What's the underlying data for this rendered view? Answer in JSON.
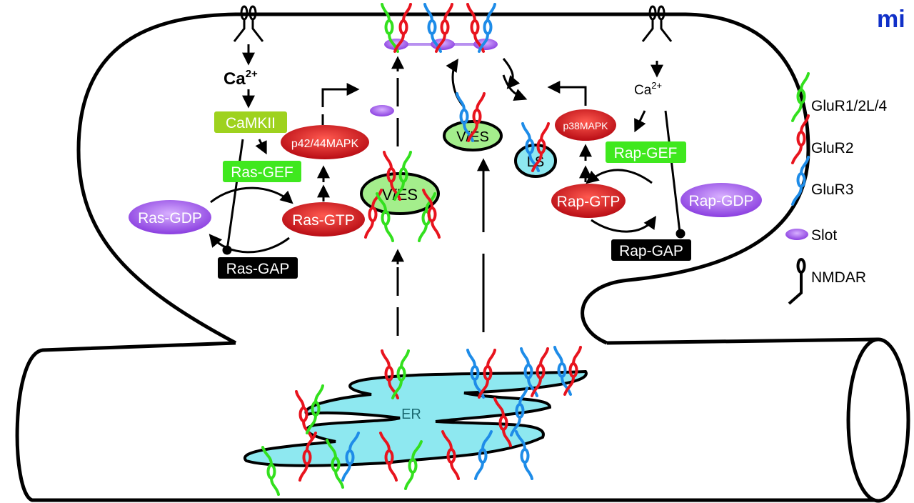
{
  "logo": "mi",
  "calcium_left": {
    "base": "Ca",
    "sup": "2+"
  },
  "calcium_right": {
    "base": "Ca",
    "sup": "2+"
  },
  "nodes": {
    "camkii": "CaMKII",
    "ras_gef": "Ras-GEF",
    "ras_gdp": "Ras-GDP",
    "ras_gtp": "Ras-GTP",
    "ras_gap": "Ras-GAP",
    "p42_44mapk": "p42/44MAPK",
    "ves_left": "V/ES",
    "ves_middle": "V/ES",
    "ls": "LS",
    "p38mapk": "p38MAPK",
    "rap_gef": "Rap-GEF",
    "rap_gtp": "Rap-GTP",
    "rap_gdp": "Rap-GDP",
    "rap_gap": "Rap-GAP",
    "er": "ER"
  },
  "legend": {
    "glur1": "GluR1/2L/4",
    "glur2": "GluR2",
    "glur3": "GluR3",
    "slot": "Slot",
    "nmdar": "NMDAR"
  },
  "colors": {
    "glur1": "#33e01e",
    "glur2": "#e8141e",
    "glur3": "#1e8ce8",
    "slot": "#9a4de0",
    "camkii": "#9ed21e",
    "gef": "#3fe81e",
    "gtp": "#c8141e",
    "gdp": "#9a4de0",
    "ves": "#a4ee8c",
    "ls": "#8ee8f0",
    "er": "#8ee8f0",
    "logo": "#1030c8"
  }
}
